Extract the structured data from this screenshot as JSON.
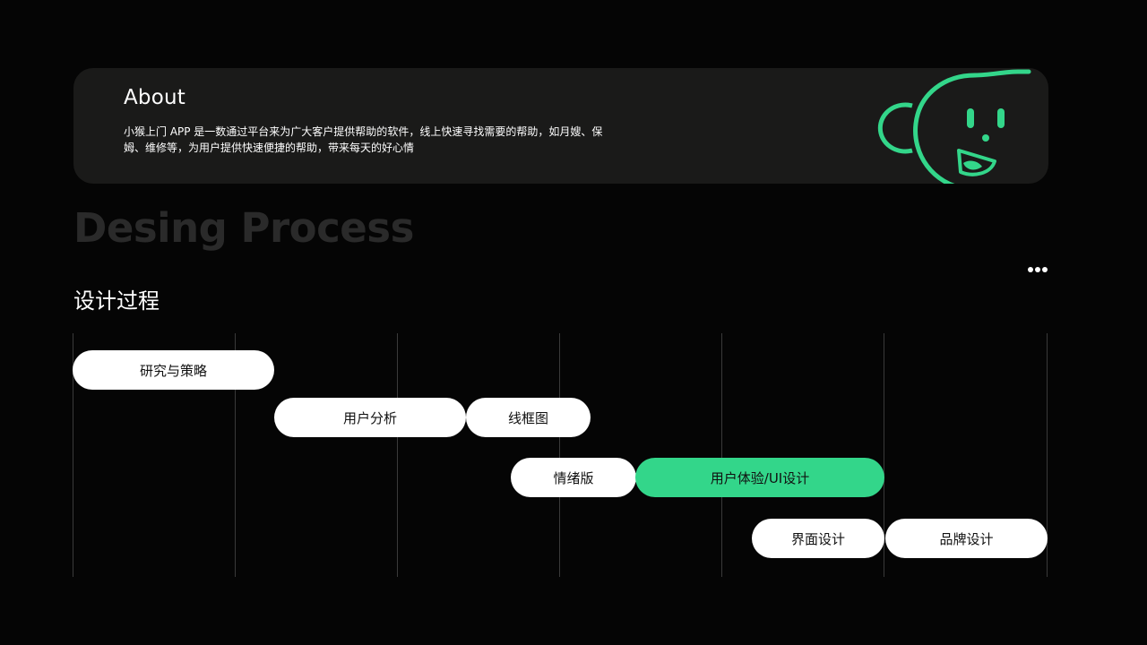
{
  "about": {
    "title": "About",
    "description": "小猴上门 APP 是一数通过平台来为广大客户提供帮助的软件，线上快速寻找需要的帮助，如月嫂、保姆、维修等，为用户提供快速便捷的帮助，带来每天的好心情"
  },
  "section": {
    "title": "Desing Process",
    "subtitle": "设计过程"
  },
  "process": {
    "steps": [
      {
        "label": "研究与策略"
      },
      {
        "label": "用户分析"
      },
      {
        "label": "线框图"
      },
      {
        "label": "情绪版"
      },
      {
        "label": "用户体验/UI设计"
      },
      {
        "label": "界面设计"
      },
      {
        "label": "品牌设计"
      }
    ]
  },
  "colors": {
    "accent": "#33d68a",
    "background": "#050505",
    "card": "#1a1a19"
  },
  "icons": {
    "more": "more-horizontal-icon",
    "mascot": "monkey-mascot-icon"
  }
}
